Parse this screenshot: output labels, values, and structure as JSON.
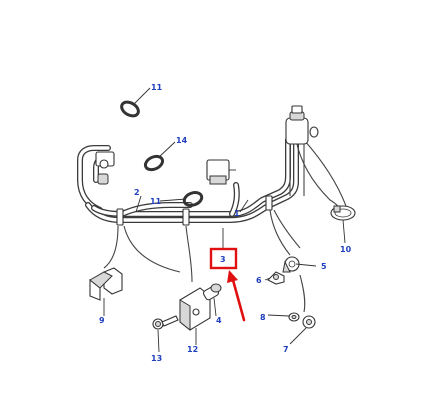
{
  "diagram": {
    "callouts": {
      "c1": "1",
      "c2": "2",
      "c3": "3",
      "c4": "4",
      "c5": "5",
      "c6": "6",
      "c7": "7",
      "c8": "8",
      "c9": "9",
      "c10": "10",
      "c11a": "11",
      "c11b": "11",
      "c12": "12",
      "c13": "13",
      "c14": "14"
    },
    "highlight_color": "#e01010",
    "callout_color": "#1f3fbf"
  }
}
